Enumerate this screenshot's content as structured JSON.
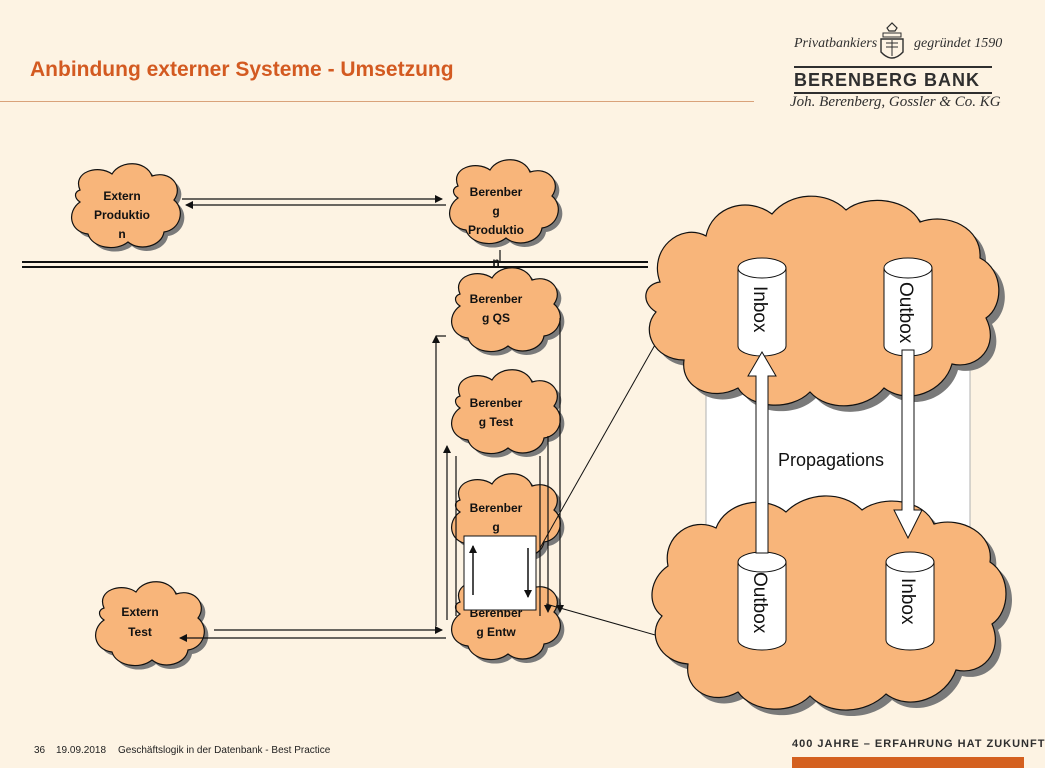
{
  "title": "Anbindung externer Systeme - Umsetzung",
  "logo": {
    "top_left": "Privatbankiers",
    "top_right": "gegründet 1590",
    "name": "BERENBERG BANK",
    "bottom": "Joh. Berenberg, Gossler & Co. KG"
  },
  "colors": {
    "accent": "#d35a21",
    "cloud_fill": "#f8b57a",
    "background": "#fdf3e3"
  },
  "nodes": {
    "extern_produktion": [
      "Extern",
      "Produktio",
      "n"
    ],
    "berenberg_produktion": [
      "Berenber",
      "g",
      "Produktio",
      "n"
    ],
    "berenberg_qs": [
      "Berenber",
      "g QS"
    ],
    "berenberg_test": [
      "Berenber",
      "g Test"
    ],
    "berenberg_g": [
      "Berenber",
      "g"
    ],
    "berenberg_entw": [
      "Berenber",
      "g Entw"
    ],
    "extern_test": [
      "Extern",
      "Test"
    ]
  },
  "zoom": {
    "top_inbox": "Inbox",
    "top_outbox": "Outbox",
    "propagations": "Propagations",
    "bottom_outbox": "Outbox",
    "bottom_inbox": "Inbox"
  },
  "footer": {
    "page": "36",
    "date": "19.09.2018",
    "subject": "Geschäftslogik in der Datenbank - Best Practice",
    "slogan": "400 JAHRE – ERFAHRUNG HAT ZUKUNFT"
  }
}
